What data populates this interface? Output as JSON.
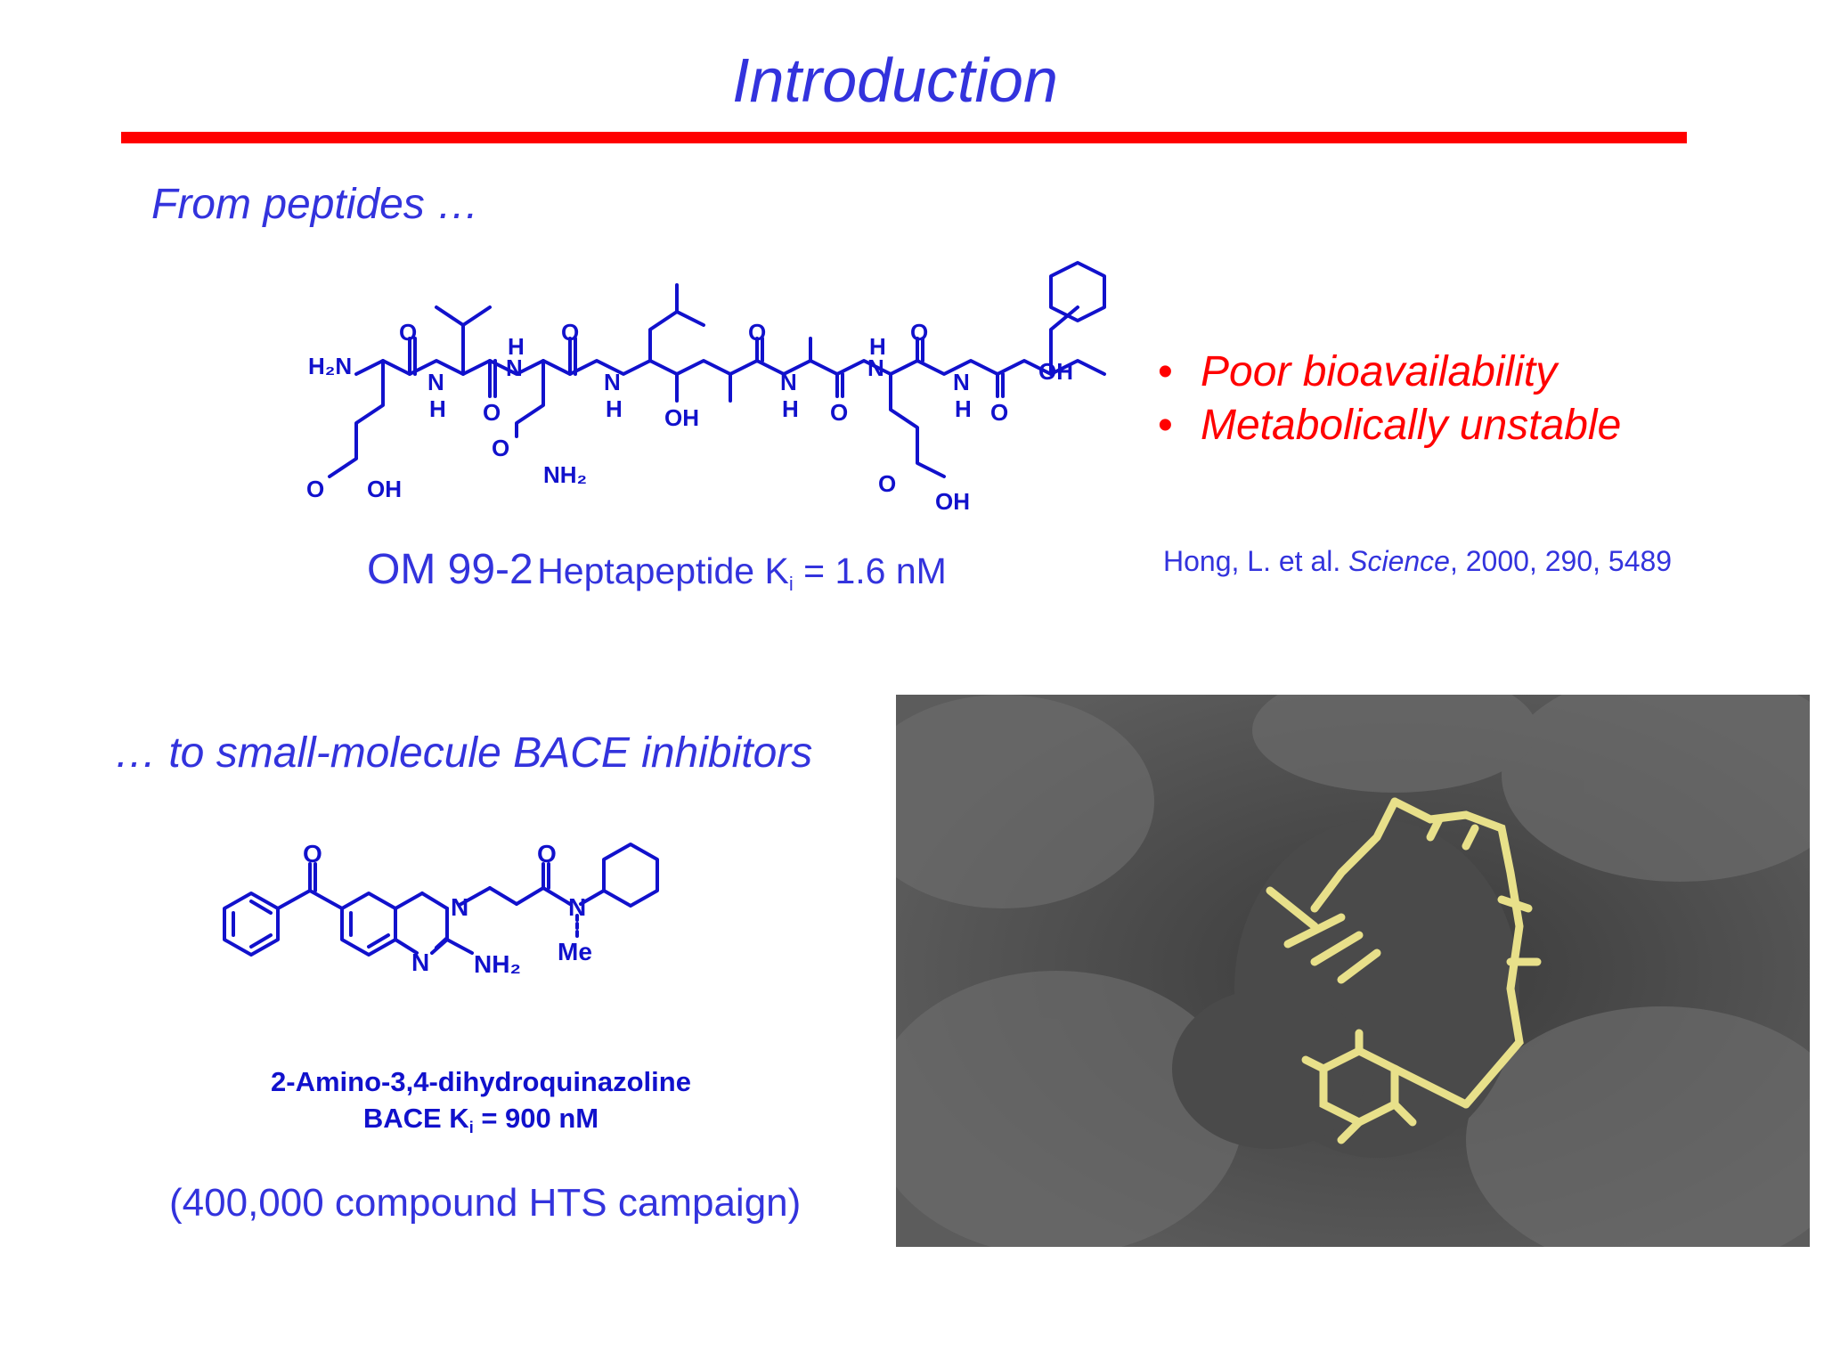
{
  "title": "Introduction",
  "section1": {
    "heading": "From peptides …",
    "bullets": [
      "Poor bioavailability",
      "Metabolically unstable"
    ],
    "bullet_symbol": "•",
    "caption_prefix": "OM 99-2",
    "caption_main": "Heptapeptide K",
    "caption_sub": "i",
    "caption_value": " = 1.6 nM",
    "reference": {
      "authors": "Hong, L. et al. ",
      "journal": "Science",
      "details": ", 2000, 290, 5489"
    },
    "structure_labels": {
      "h2n": "H₂N",
      "o": "O",
      "n": "N",
      "h": "H",
      "oh": "OH",
      "nh2": "NH₂"
    }
  },
  "section2": {
    "heading": "… to small-molecule BACE inhibitors",
    "compound_name": "2-Amino-3,4-dihydroquinazoline",
    "ki_prefix": "BACE K",
    "ki_sub": "i",
    "ki_value": " = 900 nM",
    "campaign": "(400,000 compound HTS campaign)",
    "structure_labels": {
      "o": "O",
      "n": "N",
      "nh2": "NH₂",
      "me": "Me"
    }
  },
  "colors": {
    "title_blue": "#3333dd",
    "structure_blue": "#1111cc",
    "rule_red": "#ff0000",
    "ligand_yellow": "#e8e08a",
    "surface_gray": "#565656"
  }
}
